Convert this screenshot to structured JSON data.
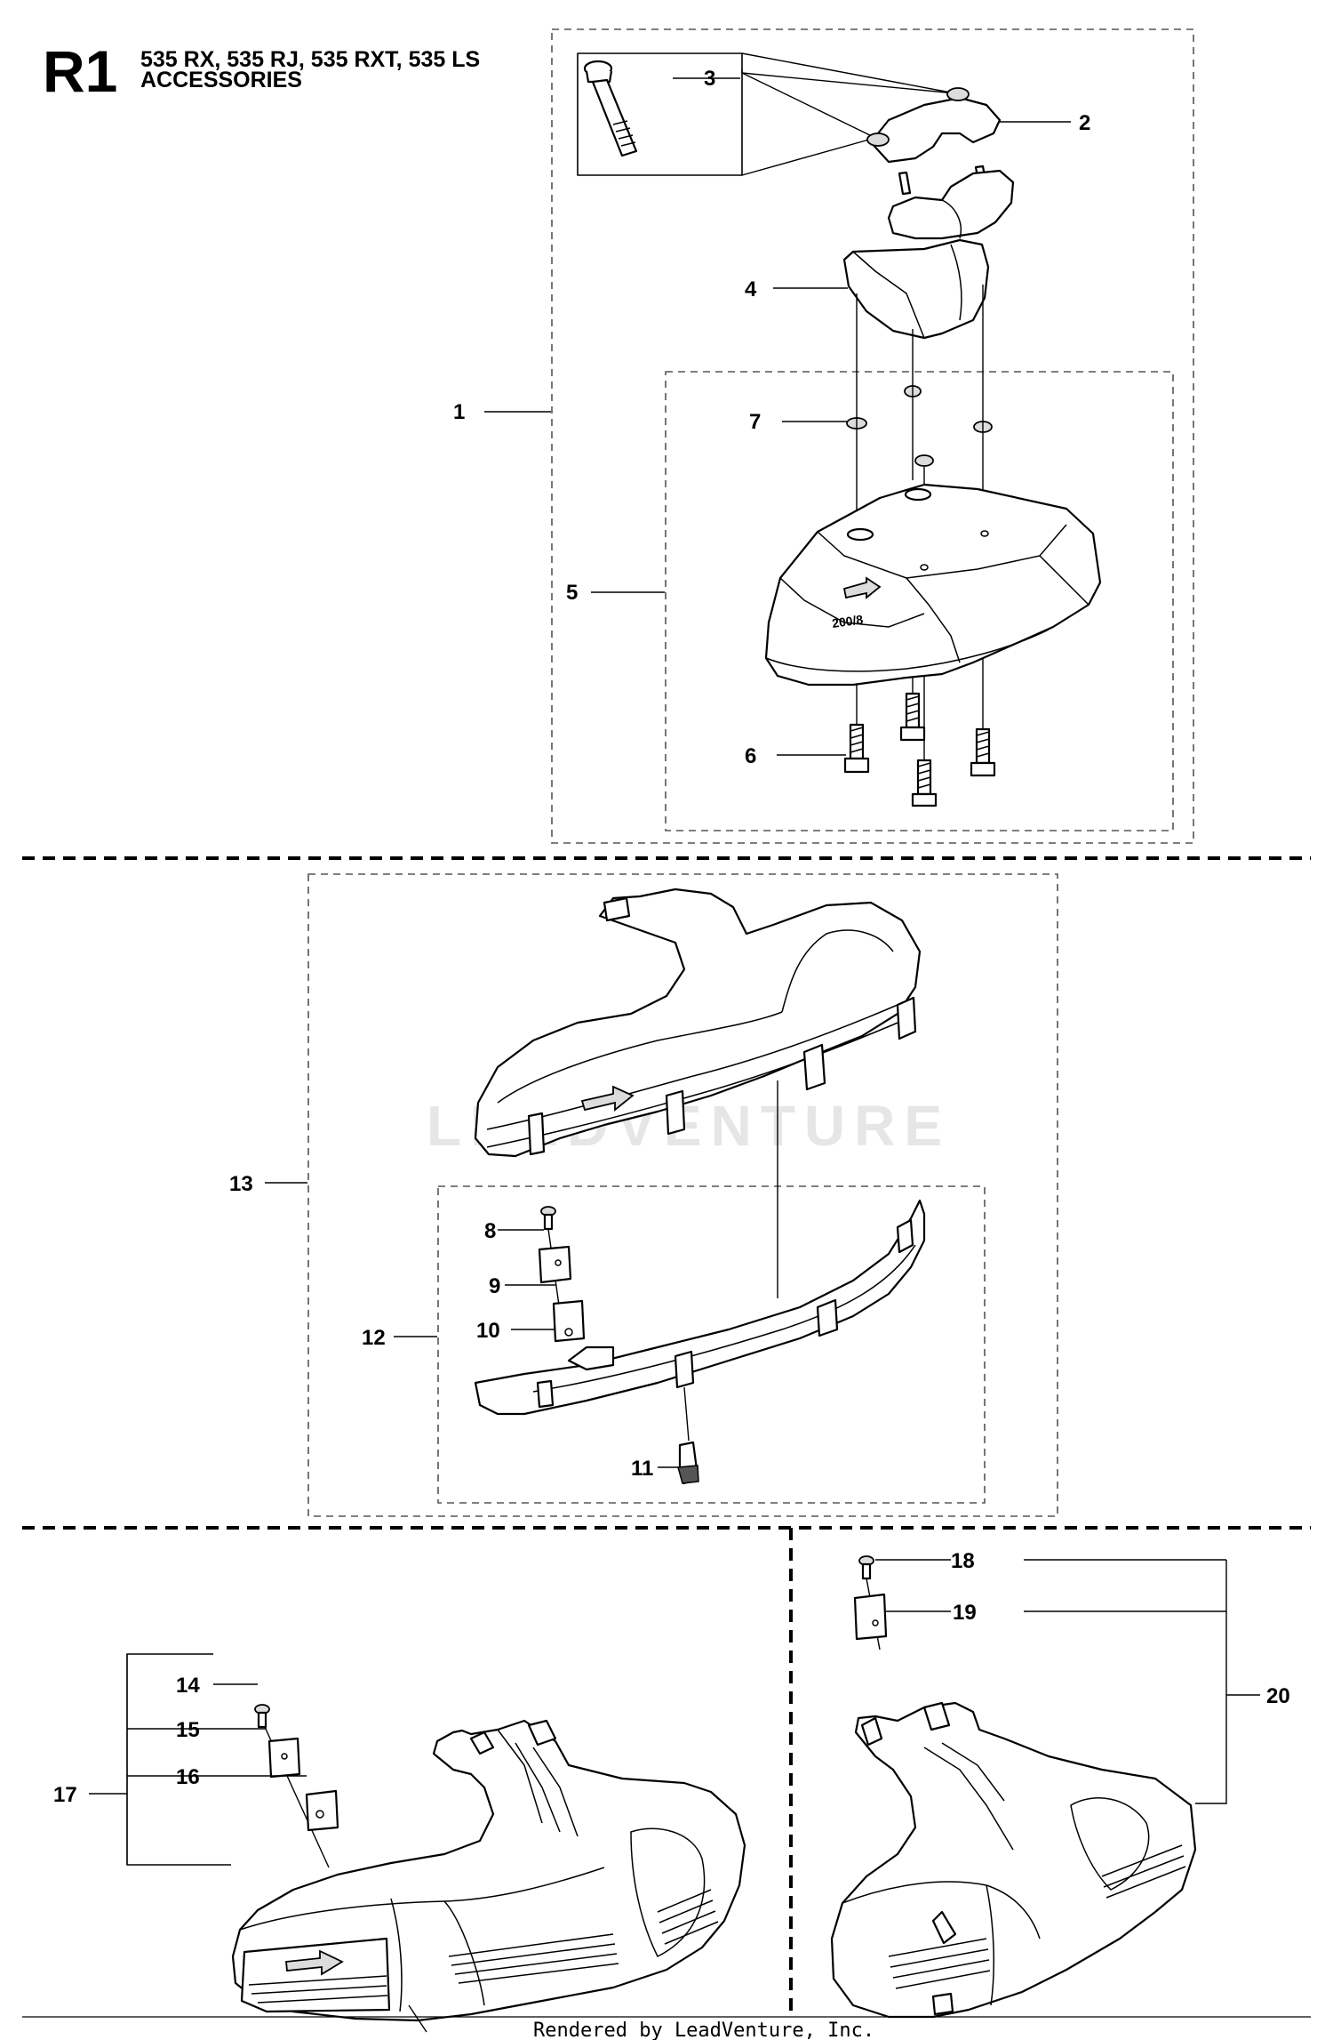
{
  "header": {
    "section_code": "R1",
    "models": "535 RX, 535 RJ, 535 RXT, 535 LS",
    "subtitle": "ACCESSORIES"
  },
  "callouts": {
    "c1": "1",
    "c2": "2",
    "c3": "3",
    "c4": "4",
    "c5": "5",
    "c6": "6",
    "c7": "7",
    "c8": "8",
    "c9": "9",
    "c10": "10",
    "c11": "11",
    "c12": "12",
    "c13": "13",
    "c14": "14",
    "c15": "15",
    "c16": "16",
    "c17": "17",
    "c18": "18",
    "c19": "19",
    "c20": "20"
  },
  "guard_marking": "200/8",
  "watermark": "LEADVENTURE",
  "footer": "Rendered by LeadVenture, Inc."
}
